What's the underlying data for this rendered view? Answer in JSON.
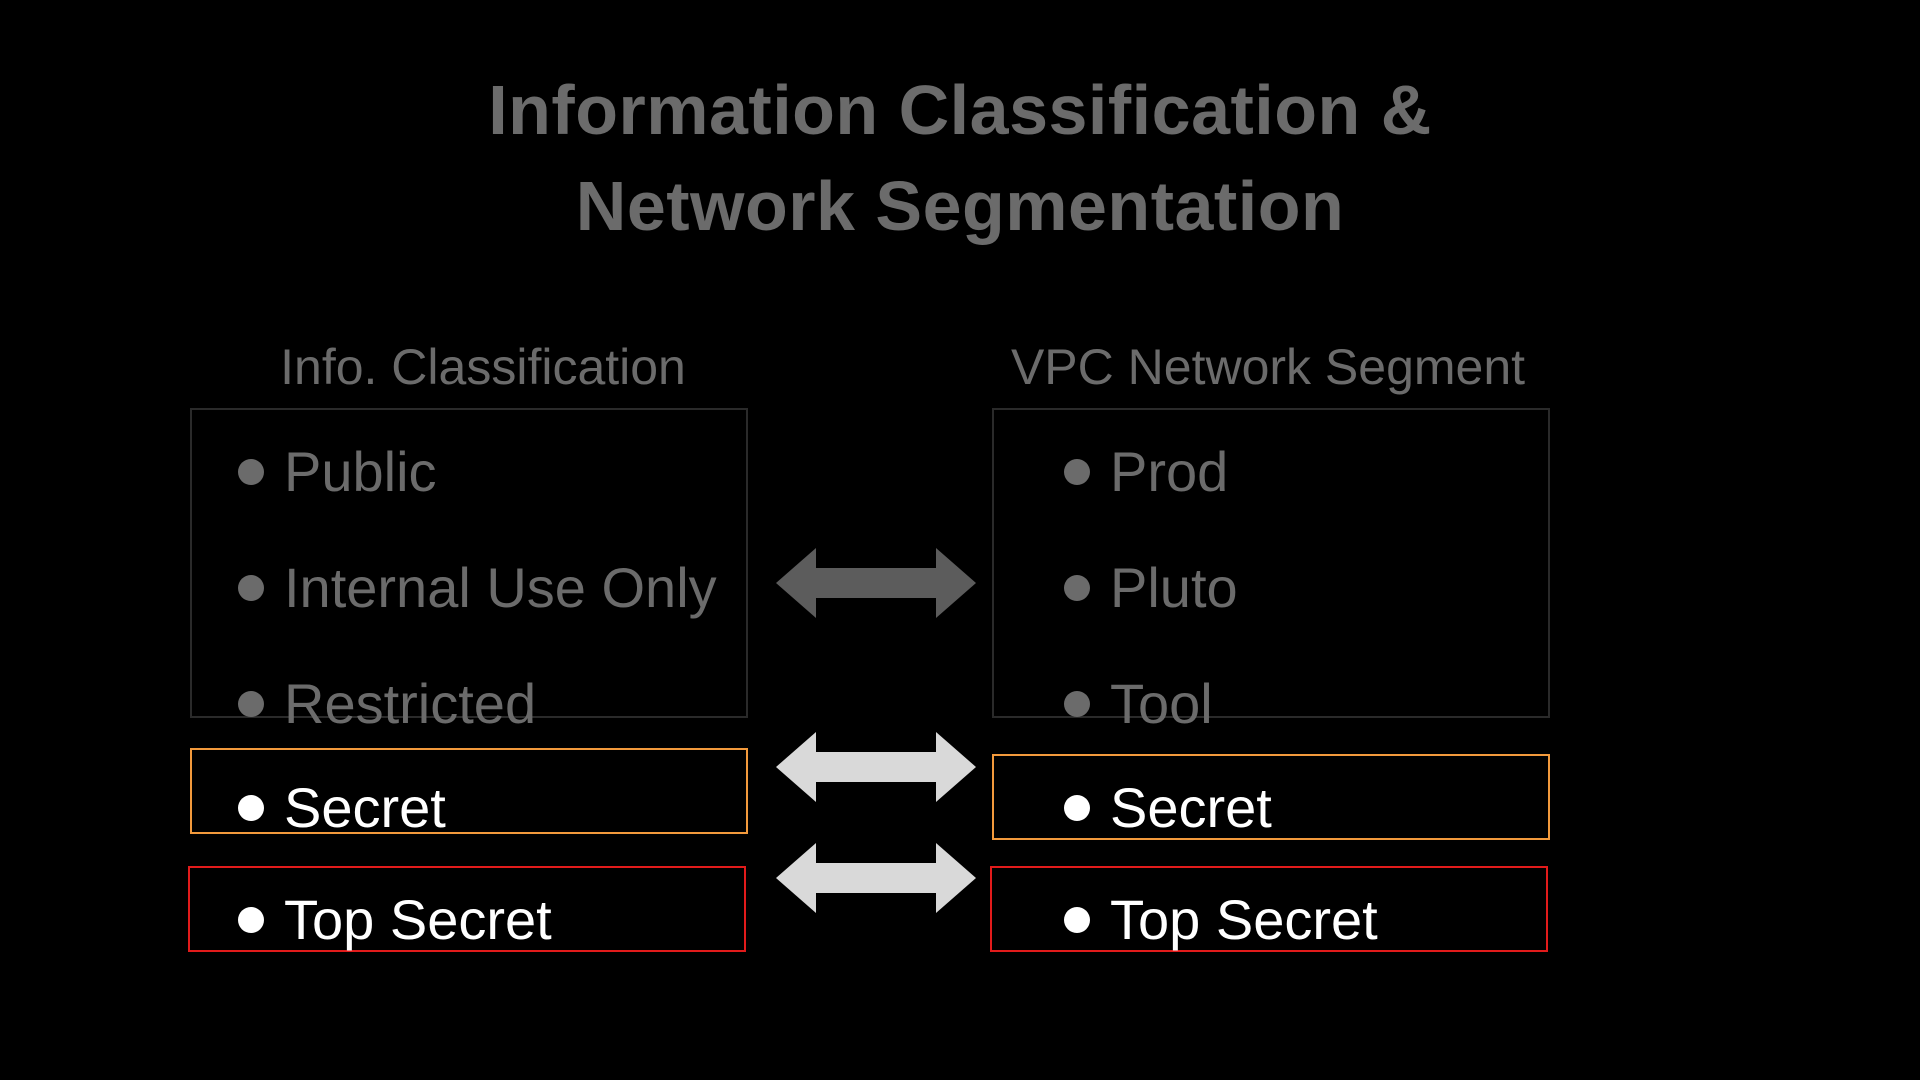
{
  "title_line1": "Information Classification &",
  "title_line2": "Network Segmentation",
  "left": {
    "heading": "Info. Classification",
    "upper_items": [
      "Public",
      "Internal Use Only",
      "Restricted"
    ],
    "secret": "Secret",
    "top_secret": "Top Secret"
  },
  "right": {
    "heading": "VPC Network Segment",
    "upper_items": [
      "Prod",
      "Pluto",
      "Tool"
    ],
    "secret": "Secret",
    "top_secret": "Top Secret"
  },
  "colors": {
    "background": "#000000",
    "dim_text": "#6b6b6b",
    "bright_text": "#ffffff",
    "secret_border": "#f29a3c",
    "top_secret_border": "#e21b1b",
    "arrow_dim": "#5c5c5c",
    "arrow_bright": "#d9d9d9"
  },
  "icons": [
    "double-arrow-icon",
    "bullet-icon"
  ]
}
